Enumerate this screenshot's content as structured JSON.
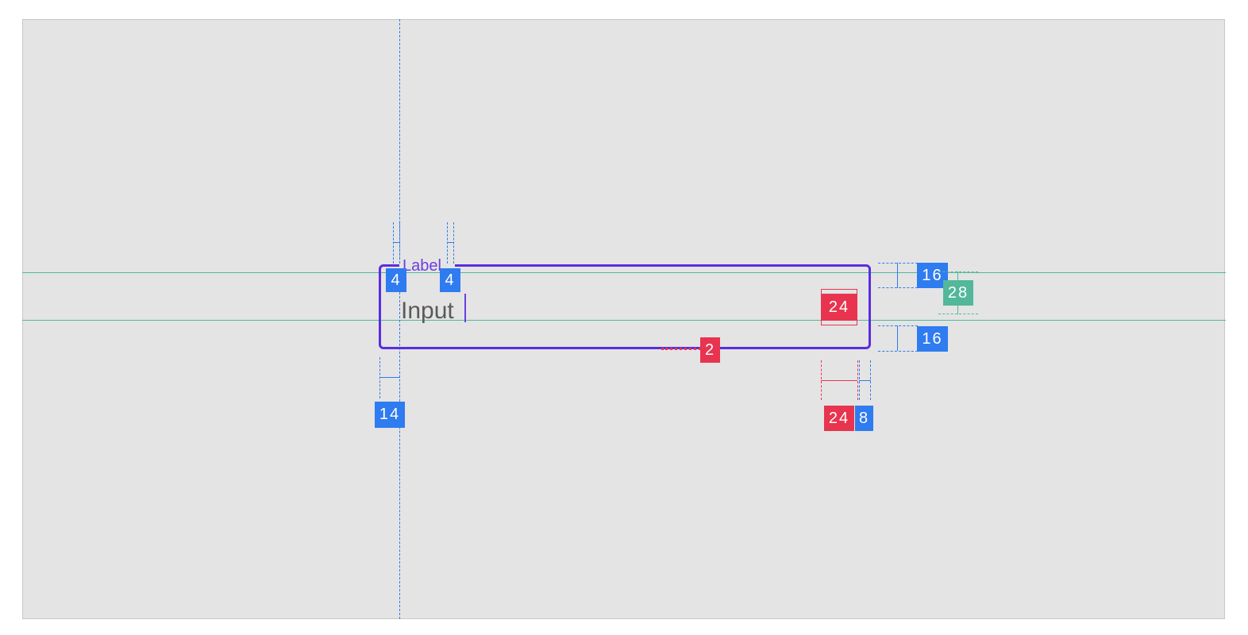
{
  "field": {
    "label": "Label",
    "value": "Input"
  },
  "annotations": {
    "label_left_gap": "4",
    "label_right_gap": "4",
    "start_padding": "14",
    "icon_size": "24",
    "end_padding": "8",
    "icon_size_horizontal": "24",
    "top_padding": "16",
    "bottom_padding": "16",
    "text_line_height": "28",
    "stroke_width": "2"
  },
  "colors": {
    "spacing_badge": "#2f7bf0",
    "size_badge": "#e8344e",
    "line_height_badge": "#52b899",
    "focused_outline": "#5a2de0",
    "canvas": "#e4e4e4"
  },
  "icons": {
    "trailing": "trailing-circle-icon"
  }
}
